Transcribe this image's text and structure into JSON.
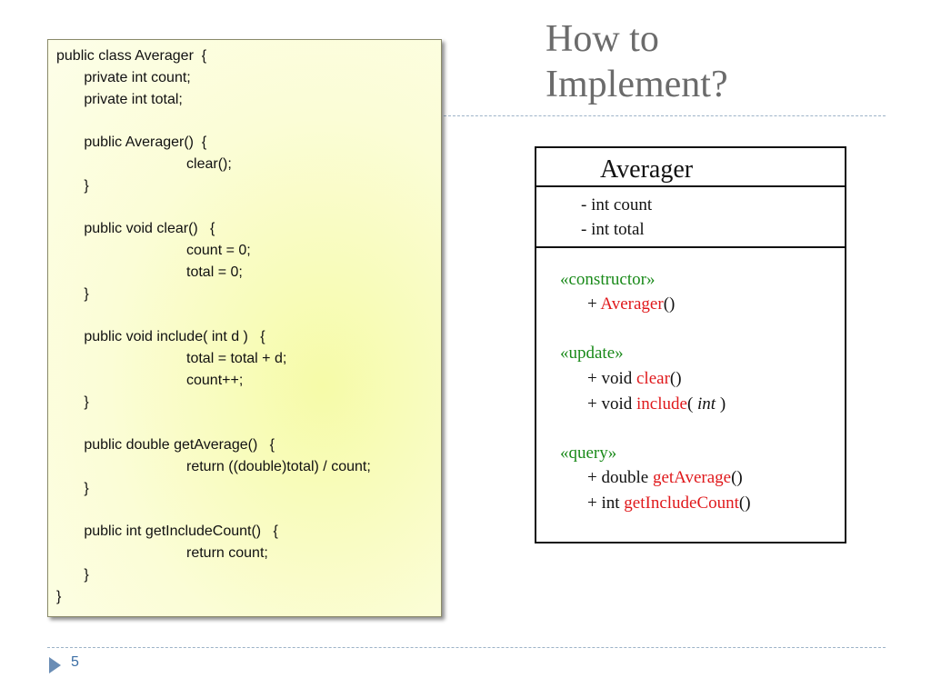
{
  "slide": {
    "title_line1": "How to",
    "title_line2": "Implement?",
    "page_number": "5"
  },
  "code": {
    "lines": [
      "public class Averager  {",
      "   private int count;",
      "   private int total;",
      "",
      "   public Averager()  {",
      "         clear();",
      "   }",
      "",
      "   public void clear()   {",
      "         count = 0;",
      "         total = 0;",
      "   }",
      "",
      "   public void include( int d )   {",
      "         total = total + d;",
      "         count++;",
      "   }",
      "",
      "   public double getAverage()   {",
      "         return ((double)total) / count;",
      "   }",
      "",
      "   public int getIncludeCount()   {",
      "         return count;",
      "   }",
      "}"
    ]
  },
  "uml": {
    "class_name": "Averager",
    "attributes": [
      "- int count",
      "- int total"
    ],
    "constructor_stereotype": "«constructor»",
    "constructor": {
      "prefix": "+ ",
      "name": "Averager",
      "suffix": "()"
    },
    "update_stereotype": "«update»",
    "clear": {
      "prefix": "+ void  ",
      "name": "clear",
      "suffix": "()"
    },
    "include": {
      "prefix": "+ void  ",
      "name": "include",
      "open": "( ",
      "param": "int",
      "close": " )"
    },
    "query_stereotype": "«query»",
    "getAverage": {
      "prefix": "+ double  ",
      "name": "getAverage",
      "suffix": "()"
    },
    "getIncludeCount": {
      "prefix": "+ int  ",
      "name": "getIncludeCount",
      "suffix": "()"
    }
  },
  "colors": {
    "title": "#6b6b6b",
    "stereotype": "#1a8a1a",
    "method_name": "#e0191c",
    "code_box_bg": "#f6fba8",
    "accent": "#6a8db5"
  }
}
